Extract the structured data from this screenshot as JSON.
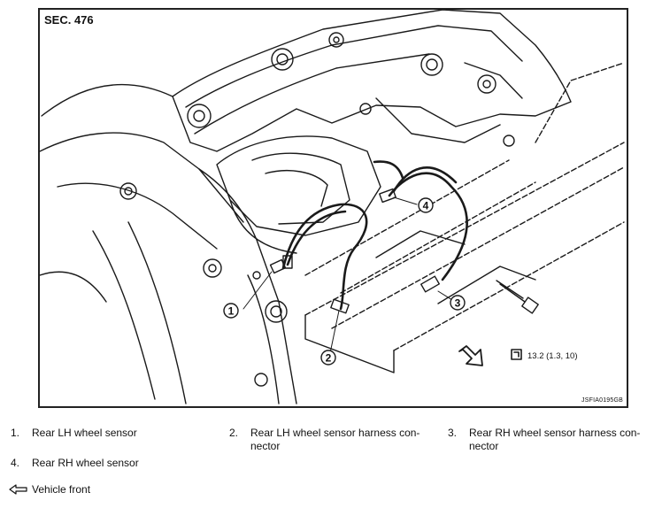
{
  "figure": {
    "section": "SEC. 476",
    "figure_id": "JSFIA0195GB",
    "callouts": [
      "1",
      "2",
      "3",
      "4"
    ],
    "torque_spec": "13.2 (1.3, 10)",
    "icons": [
      "front-direction-arrow-icon",
      "torque-wrench-icon",
      "bolt-icon"
    ]
  },
  "legend": [
    {
      "num": "1.",
      "text": "Rear LH wheel sensor"
    },
    {
      "num": "2.",
      "text": "Rear LH wheel sensor harness con-\nnector"
    },
    {
      "num": "3.",
      "text": "Rear RH wheel sensor harness con-\nnector"
    },
    {
      "num": "4.",
      "text": "Rear RH wheel sensor"
    }
  ],
  "vehicle_front": "Vehicle front"
}
